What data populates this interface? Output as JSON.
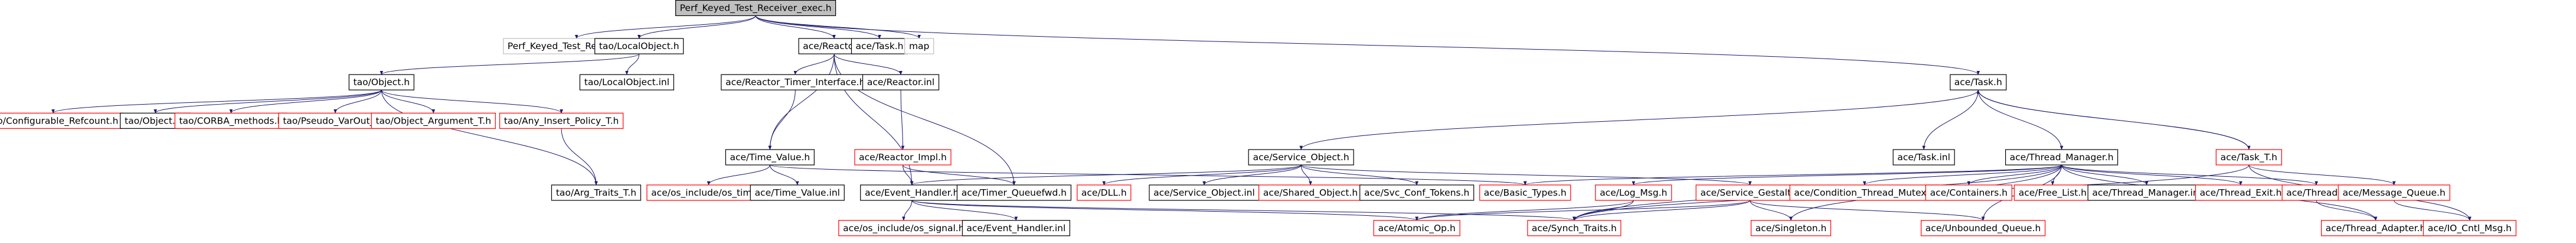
{
  "colors": {
    "root_fill": "#bfbfbf",
    "node_fill": "#ffffff",
    "node_stroke": "#000000",
    "missing_stroke": "#bfbfbf",
    "truncated_stroke": "#ff0000",
    "edge": "#191970",
    "text": "#000000"
  },
  "graph": {
    "nodes": [
      {
        "id": "root",
        "label": "Perf_Keyed_Test_Receiver_exec.h",
        "kind": "root",
        "icon": "file-icon"
      },
      {
        "id": "n_perf_c",
        "label": "Perf_Keyed_Test_ReceiverEC.h",
        "kind": "missing",
        "icon": "file-icon"
      },
      {
        "id": "n_tao_localobject_h",
        "label": "tao/LocalObject.h",
        "kind": "normal",
        "icon": "file-icon"
      },
      {
        "id": "n_ace_reactor_h",
        "label": "ace/Reactor.h",
        "kind": "normal",
        "icon": "file-icon"
      },
      {
        "id": "n_ace_task_h_top",
        "label": "ace/Task.h",
        "kind": "normal",
        "icon": "file-icon"
      },
      {
        "id": "n_map",
        "label": "map",
        "kind": "missing",
        "icon": "file-icon"
      },
      {
        "id": "n_tao_object_h",
        "label": "tao/Object.h",
        "kind": "normal",
        "icon": "file-icon"
      },
      {
        "id": "n_tao_localobject_inl",
        "label": "tao/LocalObject.inl",
        "kind": "normal",
        "icon": "file-icon"
      },
      {
        "id": "n_reactor_timer_interface",
        "label": "ace/Reactor_Timer_Interface.h",
        "kind": "normal",
        "icon": "file-icon"
      },
      {
        "id": "n_reactor_inl",
        "label": "ace/Reactor.inl",
        "kind": "normal",
        "icon": "file-icon"
      },
      {
        "id": "n_ace_task_h",
        "label": "ace/Task.h",
        "kind": "normal",
        "icon": "file-icon"
      },
      {
        "id": "n_configurable_refcount",
        "label": "tao/Configurable_Refcount.h",
        "kind": "truncated",
        "icon": "file-icon"
      },
      {
        "id": "n_tao_object_inl",
        "label": "tao/Object.inl",
        "kind": "normal",
        "icon": "file-icon"
      },
      {
        "id": "n_corba_methods",
        "label": "tao/CORBA_methods.h",
        "kind": "truncated",
        "icon": "file-icon"
      },
      {
        "id": "n_pseudo_varout",
        "label": "tao/Pseudo_VarOut_T.h",
        "kind": "truncated",
        "icon": "file-icon"
      },
      {
        "id": "n_object_argument",
        "label": "tao/Object_Argument_T.h",
        "kind": "truncated",
        "icon": "file-icon"
      },
      {
        "id": "n_any_insert_policy",
        "label": "tao/Any_Insert_Policy_T.h",
        "kind": "truncated",
        "icon": "file-icon"
      },
      {
        "id": "n_time_value_h",
        "label": "ace/Time_Value.h",
        "kind": "normal",
        "icon": "file-icon"
      },
      {
        "id": "n_reactor_impl",
        "label": "ace/Reactor_Impl.h",
        "kind": "truncated",
        "icon": "file-icon"
      },
      {
        "id": "n_service_object",
        "label": "ace/Service_Object.h",
        "kind": "normal",
        "icon": "file-icon"
      },
      {
        "id": "n_task_inl",
        "label": "ace/Task.inl",
        "kind": "normal",
        "icon": "file-icon"
      },
      {
        "id": "n_thread_manager",
        "label": "ace/Thread_Manager.h",
        "kind": "normal",
        "icon": "file-icon"
      },
      {
        "id": "n_task_t",
        "label": "ace/Task_T.h",
        "kind": "truncated",
        "icon": "file-icon"
      },
      {
        "id": "n_arg_traits",
        "label": "tao/Arg_Traits_T.h",
        "kind": "normal",
        "icon": "file-icon"
      },
      {
        "id": "n_os_time",
        "label": "ace/os_include/os_time.h",
        "kind": "truncated",
        "icon": "file-icon"
      },
      {
        "id": "n_time_value_inl",
        "label": "ace/Time_Value.inl",
        "kind": "normal",
        "icon": "file-icon"
      },
      {
        "id": "n_event_handler",
        "label": "ace/Event_Handler.h",
        "kind": "normal",
        "icon": "file-icon"
      },
      {
        "id": "n_timer_queuefwd",
        "label": "ace/Timer_Queuefwd.h",
        "kind": "normal",
        "icon": "file-icon"
      },
      {
        "id": "n_dll",
        "label": "ace/DLL.h",
        "kind": "truncated",
        "icon": "file-icon"
      },
      {
        "id": "n_service_object_inl",
        "label": "ace/Service_Object.inl",
        "kind": "normal",
        "icon": "file-icon"
      },
      {
        "id": "n_shared_object",
        "label": "ace/Shared_Object.h",
        "kind": "truncated",
        "icon": "file-icon"
      },
      {
        "id": "n_svc_conf_tokens",
        "label": "ace/Svc_Conf_Tokens.h",
        "kind": "normal",
        "icon": "file-icon"
      },
      {
        "id": "n_basic_types",
        "label": "ace/Basic_Types.h",
        "kind": "truncated",
        "icon": "file-icon"
      },
      {
        "id": "n_log_msg",
        "label": "ace/Log_Msg.h",
        "kind": "truncated",
        "icon": "file-icon"
      },
      {
        "id": "n_service_gestalt",
        "label": "ace/Service_Gestalt.h",
        "kind": "truncated",
        "icon": "file-icon"
      },
      {
        "id": "n_cond_thread_mutex",
        "label": "ace/Condition_Thread_Mutex.h",
        "kind": "truncated",
        "icon": "file-icon"
      },
      {
        "id": "n_containers",
        "label": "ace/Containers.h",
        "kind": "truncated",
        "icon": "file-icon"
      },
      {
        "id": "n_free_list",
        "label": "ace/Free_List.h",
        "kind": "truncated",
        "icon": "file-icon"
      },
      {
        "id": "n_thread_manager_inl",
        "label": "ace/Thread_Manager.inl",
        "kind": "normal",
        "icon": "file-icon"
      },
      {
        "id": "n_thread_exit",
        "label": "ace/Thread_Exit.h",
        "kind": "truncated",
        "icon": "file-icon"
      },
      {
        "id": "n_thread_h",
        "label": "ace/Thread.h",
        "kind": "truncated",
        "icon": "file-icon"
      },
      {
        "id": "n_message_queue",
        "label": "ace/Message_Queue.h",
        "kind": "truncated",
        "icon": "file-icon"
      },
      {
        "id": "n_os_signal",
        "label": "ace/os_include/os_signal.h",
        "kind": "truncated",
        "icon": "file-icon"
      },
      {
        "id": "n_event_handler_inl",
        "label": "ace/Event_Handler.inl",
        "kind": "normal",
        "icon": "file-icon"
      },
      {
        "id": "n_atomic_op",
        "label": "ace/Atomic_Op.h",
        "kind": "truncated",
        "icon": "file-icon"
      },
      {
        "id": "n_synch_traits",
        "label": "ace/Synch_Traits.h",
        "kind": "truncated",
        "icon": "file-icon"
      },
      {
        "id": "n_singleton",
        "label": "ace/Singleton.h",
        "kind": "truncated",
        "icon": "file-icon"
      },
      {
        "id": "n_unbounded_queue",
        "label": "ace/Unbounded_Queue.h",
        "kind": "truncated",
        "icon": "file-icon"
      },
      {
        "id": "n_thread_adapter",
        "label": "ace/Thread_Adapter.h",
        "kind": "truncated",
        "icon": "file-icon"
      },
      {
        "id": "n_io_cntl_msg",
        "label": "ace/IO_Cntl_Msg.h",
        "kind": "truncated",
        "icon": "file-icon"
      }
    ]
  }
}
